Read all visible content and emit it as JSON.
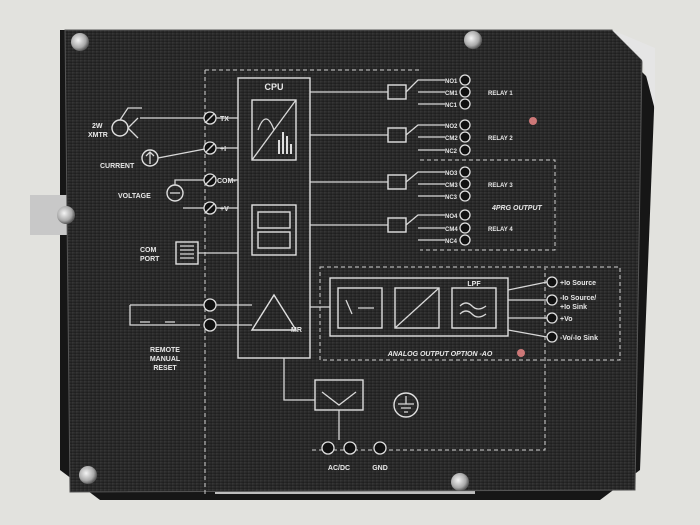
{
  "labels": {
    "cpu": "CPU",
    "xmtr_2w": "2W",
    "xmtr": "XMTR",
    "current": "CURRENT",
    "voltage": "VOLTAGE",
    "com_port_1": "COM",
    "com_port_2": "PORT",
    "remote_1": "REMOTE",
    "remote_2": "MANUAL",
    "remote_3": "RESET",
    "tx": "TX",
    "plus_i": "+I",
    "com_minus": "COM-",
    "plus_v": "+V",
    "mr": "MR",
    "relays": [
      {
        "no": "NO1",
        "cm": "CM1",
        "nc": "NC1",
        "name": "RELAY 1"
      },
      {
        "no": "NO2",
        "cm": "CM2",
        "nc": "NC2",
        "name": "RELAY 2"
      },
      {
        "no": "NO3",
        "cm": "CM3",
        "nc": "NC3",
        "name": "RELAY 3"
      },
      {
        "no": "NO4",
        "cm": "CM4",
        "nc": "NC4",
        "name": "RELAY 4"
      }
    ],
    "prg_output": "4PRG OUTPUT",
    "lpf": "LPF",
    "analog_output": "ANALOG OUTPUT OPTION -AO",
    "outputs": [
      "+Io Source",
      "-Io Source/",
      "+Io Sink",
      "+Vo",
      "-Vo/-Io Sink"
    ],
    "ac_dc": "AC/DC",
    "gnd": "GND"
  },
  "colors": {
    "panel": "#2a2a2a",
    "ink": "#e8e8e8",
    "background": "#dcdcd8",
    "housing": "#1e1e1e"
  }
}
